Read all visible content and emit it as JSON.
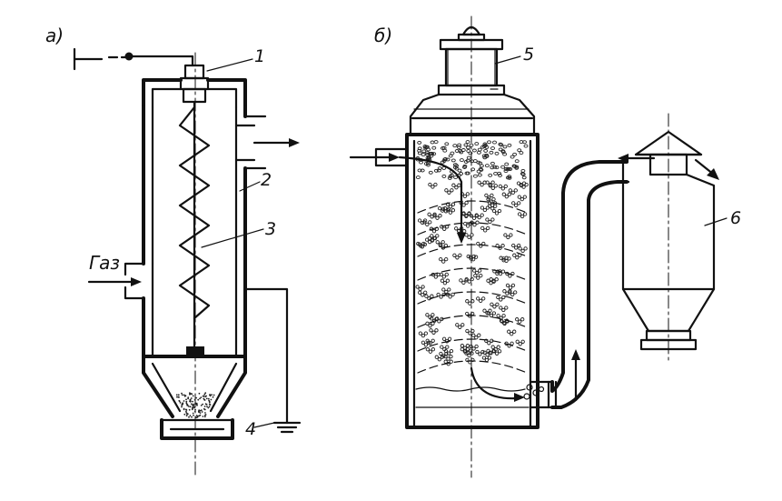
{
  "panels": {
    "a": {
      "label": "а)"
    },
    "b": {
      "label": "б)"
    }
  },
  "callouts": {
    "c1": "1",
    "c2": "2",
    "c3": "3",
    "c4": "4",
    "c5": "5",
    "c6": "6"
  },
  "gas_label": "Газ"
}
